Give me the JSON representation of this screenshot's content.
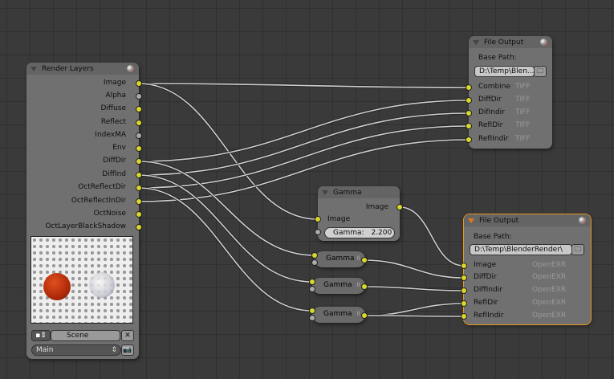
{
  "render_layers": {
    "title": "Render Layers",
    "outputs": [
      "Image",
      "Alpha",
      "Diffuse",
      "Reflect",
      "IndexMA",
      "Env",
      "DiffDir",
      "DiffInd",
      "OctReflectDir",
      "OctReflectInDir",
      "OctNoise",
      "OctLayerBlackShadow"
    ],
    "scene": "Scene",
    "layer": "Main"
  },
  "file_output_1": {
    "title": "File Output",
    "base_path_label": "Base Path:",
    "base_path": "D:\\Temp\\Blen...",
    "inputs": [
      {
        "name": "Combine",
        "format": "TIFF"
      },
      {
        "name": "DiffDir",
        "format": "TIFF"
      },
      {
        "name": "DifIndir",
        "format": "TIFF"
      },
      {
        "name": "RefIDir",
        "format": "TIFF"
      },
      {
        "name": "RefIIndir",
        "format": "TIFF"
      }
    ]
  },
  "gamma_node": {
    "title": "Gamma",
    "output": "Image",
    "input": "Image",
    "gamma_label": "Gamma:",
    "gamma_value": "2.200"
  },
  "gamma_collapsed": [
    "Gamma",
    "Gamma",
    "Gamma"
  ],
  "file_output_2": {
    "title": "File Output",
    "base_path_label": "Base Path:",
    "base_path": "D:\\Temp\\BlenderRender\\",
    "inputs": [
      {
        "name": "Image",
        "format": "OpenEXR"
      },
      {
        "name": "DiffDir",
        "format": "OpenEXR"
      },
      {
        "name": "DiffIndir",
        "format": "OpenEXR"
      },
      {
        "name": "RefIDir",
        "format": "OpenEXR"
      },
      {
        "name": "RefIIndir",
        "format": "OpenEXR"
      }
    ]
  }
}
